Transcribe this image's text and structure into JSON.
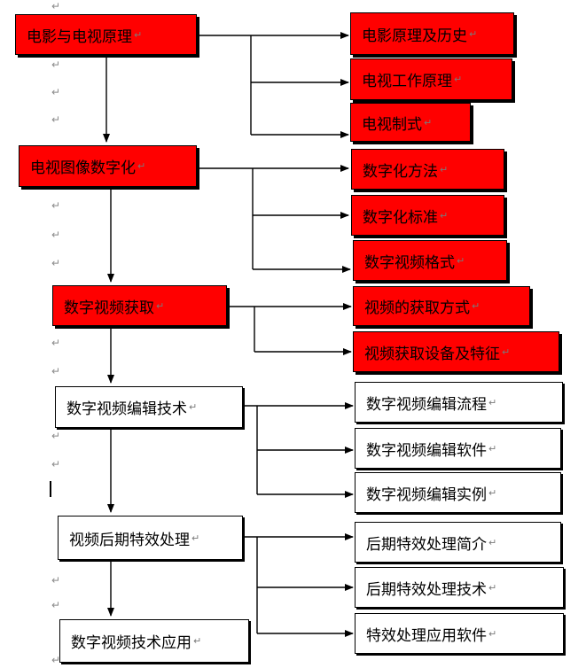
{
  "colors": {
    "highlight": "#ff0000",
    "plain": "#ffffff",
    "line": "#000000"
  },
  "paragraph_mark": "↵",
  "main_topics": [
    "电影与电视原理",
    "电视图像数字化",
    "数字视频获取",
    "数字视频编辑技术",
    "视频后期特效处理",
    "数字视频技术应用"
  ],
  "subtopics": [
    [
      "电影原理及历史",
      "电视工作原理",
      "电视制式"
    ],
    [
      "数字化方法",
      "数字化标准",
      "数字视频格式"
    ],
    [
      "视频的获取方式",
      "视频获取设备及特征"
    ],
    [
      "数字视频编辑流程",
      "数字视频编辑软件",
      "数字视频编辑实例"
    ],
    [
      "后期特效处理简介",
      "后期特效处理技术",
      "特效处理应用软件"
    ]
  ]
}
